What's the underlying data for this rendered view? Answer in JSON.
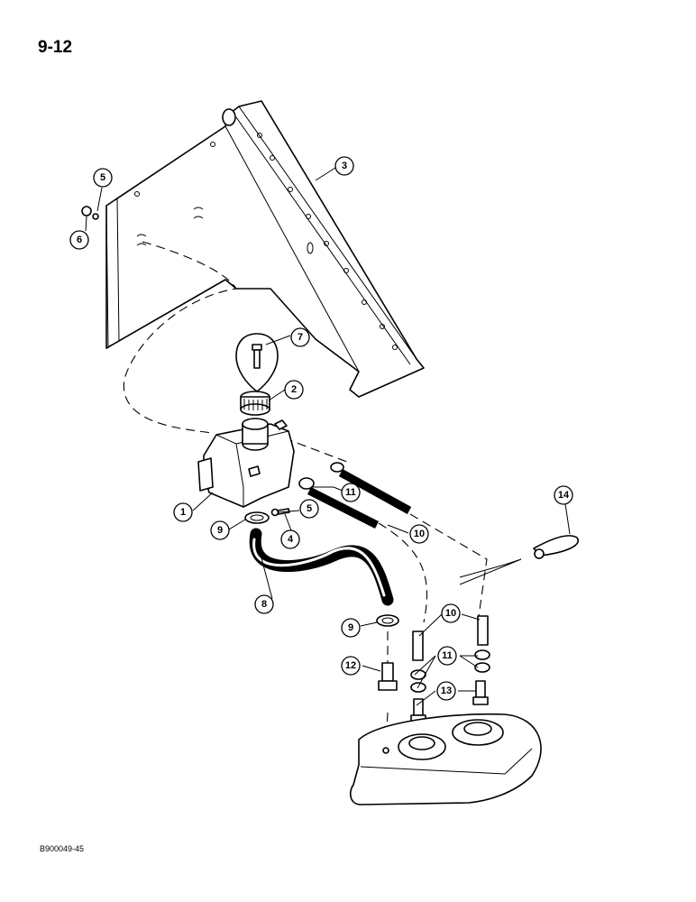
{
  "page_number": "9-12",
  "figure_code": "B900049-45",
  "callouts": [
    "1",
    "2",
    "3",
    "4",
    "5",
    "6",
    "7",
    "8",
    "9",
    "10",
    "11",
    "12",
    "13",
    "14"
  ]
}
